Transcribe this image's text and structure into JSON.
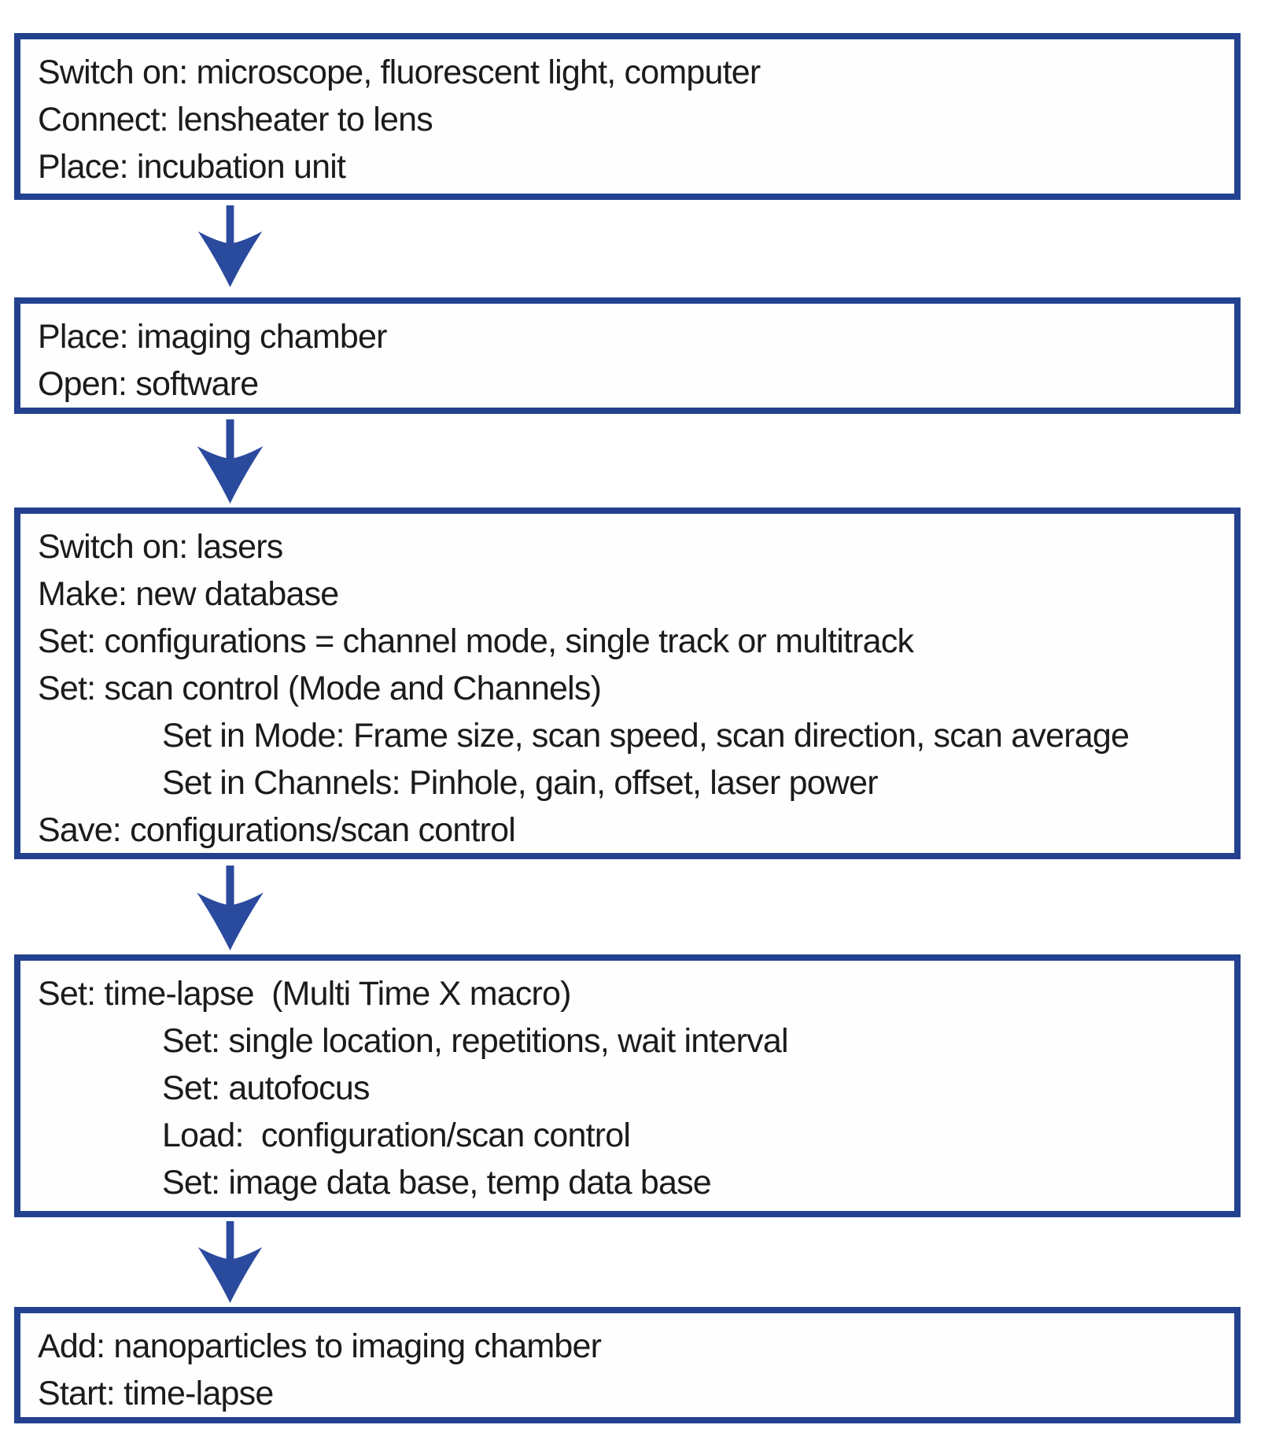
{
  "diagram": {
    "type": "flowchart",
    "direction": "top-down",
    "step_count": 5,
    "connector": "down-arrow"
  },
  "colors": {
    "box_border": "#23418f",
    "arrow": "#2a4a9e",
    "text": "#1b1b1b",
    "background": "#ffffff"
  },
  "icons": {
    "connector_icon": "down-arrow-icon"
  },
  "boxes": [
    {
      "name": "setup-hardware",
      "lines": [
        "Switch on: microscope, fluorescent light, computer",
        "Connect: lensheater to lens",
        "Place: incubation unit"
      ]
    },
    {
      "name": "prepare-imaging",
      "lines": [
        "Place: imaging chamber",
        "Open: software"
      ]
    },
    {
      "name": "configure-scan",
      "lines": [
        "Switch on: lasers",
        "Make: new database",
        "Set: configurations = channel mode, single track or multitrack",
        "Set: scan control (Mode and Channels)",
        "Set in Mode: Frame size, scan speed, scan direction, scan average",
        "Set in Channels: Pinhole, gain, offset, laser power",
        "Save: configurations/scan control"
      ]
    },
    {
      "name": "configure-timelapse",
      "lines": [
        "Set: time-lapse  (Multi Time X macro)",
        "Set: single location, repetitions, wait interval",
        "Set: autofocus",
        "Load:  configuration/scan control",
        "Set: image data base, temp data base"
      ]
    },
    {
      "name": "run-experiment",
      "lines": [
        "Add: nanoparticles to imaging chamber",
        "Start: time-lapse"
      ]
    }
  ]
}
